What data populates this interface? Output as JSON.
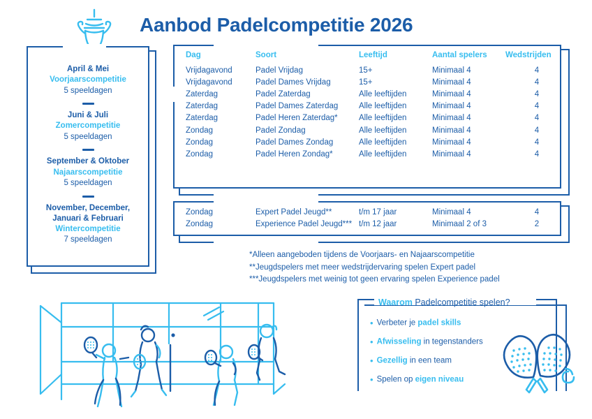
{
  "title": "Aanbod Padelcompetitie 2026",
  "colors": {
    "navy": "#1c5da8",
    "light_blue": "#37bdef",
    "background": "#ffffff"
  },
  "icons": {
    "trophy": "trophy-icon",
    "court": "padel-court-illustration",
    "rackets": "padel-rackets-illustration"
  },
  "sidebar": {
    "seasons": [
      {
        "months": "April & Mei",
        "name": "Voorjaarscompetitie",
        "days": "5 speeldagen"
      },
      {
        "months": "Juni & Juli",
        "name": "Zomercompetitie",
        "days": "5 speeldagen"
      },
      {
        "months": "September & Oktober",
        "name": "Najaarscompetitie",
        "days": "5 speeldagen"
      },
      {
        "months": "November, December,\nJanuari & Februari",
        "months_line1": "November, December,",
        "months_line2": "Januari & Februari",
        "name": "Wintercompetitie",
        "days": "7 speeldagen"
      }
    ]
  },
  "table_main": {
    "headers": [
      "Dag",
      "Soort",
      "Leeftijd",
      "Aantal spelers",
      "Wedstrijden"
    ],
    "rows": [
      [
        "Vrijdagavond",
        "Padel Vrijdag",
        "15+",
        "Minimaal 4",
        "4"
      ],
      [
        "Vrijdagavond",
        "Padel Dames Vrijdag",
        "15+",
        "Minimaal 4",
        "4"
      ],
      [
        "Zaterdag",
        "Padel Zaterdag",
        "Alle leeftijden",
        "Minimaal 4",
        "4"
      ],
      [
        "Zaterdag",
        "Padel Dames Zaterdag",
        "Alle leeftijden",
        "Minimaal 4",
        "4"
      ],
      [
        "Zaterdag",
        "Padel Heren Zaterdag*",
        "Alle leeftijden",
        "Minimaal 4",
        "4"
      ],
      [
        "Zondag",
        "Padel Zondag",
        "Alle leeftijden",
        "Minimaal 4",
        "4"
      ],
      [
        "Zondag",
        "Padel Dames Zondag",
        "Alle leeftijden",
        "Minimaal 4",
        "4"
      ],
      [
        "Zondag",
        "Padel Heren Zondag*",
        "Alle leeftijden",
        "Minimaal 4",
        "4"
      ]
    ]
  },
  "table_youth": {
    "rows": [
      [
        "Zondag",
        "Expert Padel Jeugd**",
        "t/m 17 jaar",
        "Minimaal 4",
        "4"
      ],
      [
        "Zondag",
        "Experience Padel Jeugd***",
        "t/m 12 jaar",
        "Minimaal 2 of 3",
        "2"
      ]
    ]
  },
  "footnotes": [
    "*Alleen aangeboden tijdens de Voorjaars- en Najaarscompetitie",
    "**Jeugdspelers met meer wedstrijdervaring spelen Expert padel",
    "***Jeugdspelers met weinig tot geen ervaring spelen Experience padel"
  ],
  "why_box": {
    "title_highlight": "Waarom",
    "title_rest": "Padelcompetitie spelen?",
    "items": [
      {
        "pre": "Verbeter je ",
        "highlight": "padel skills",
        "post": ""
      },
      {
        "pre": "",
        "highlight": "Afwisseling",
        "post": " in tegenstanders"
      },
      {
        "pre": "",
        "highlight": "Gezellig",
        "post": " in een team"
      },
      {
        "pre": "Spelen op ",
        "highlight": "eigen niveau",
        "post": ""
      }
    ]
  }
}
